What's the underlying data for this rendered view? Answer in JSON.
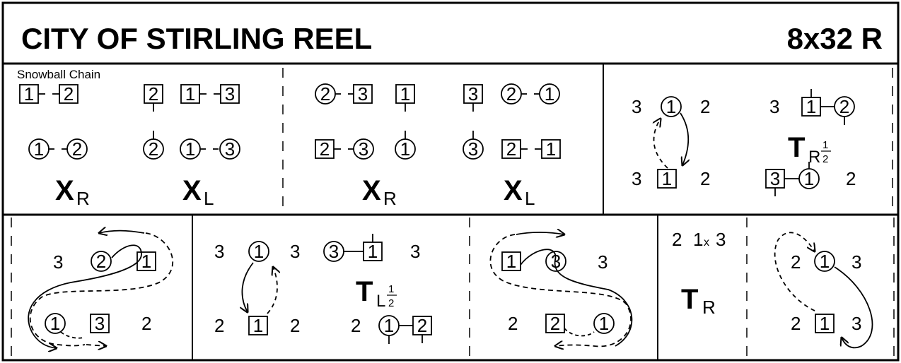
{
  "title": "CITY OF STIRLING REEL",
  "format": "8x32 R",
  "bars_1_8": {
    "figure_label": "Snowball Chain",
    "steps": [
      {
        "top_row": [
          "1",
          "2"
        ],
        "bottom_row": [
          "1",
          "2"
        ],
        "turn": "X",
        "hand": "R"
      },
      {
        "top_row": [
          "2",
          "1",
          "3"
        ],
        "bottom_row": [
          "2",
          "1",
          "3"
        ],
        "turn": "X",
        "hand": "L"
      },
      {
        "top_row": [
          "2",
          "3",
          "1"
        ],
        "bottom_row": [
          "2",
          "3",
          "1"
        ],
        "turn": "X",
        "hand": "R"
      },
      {
        "top_row": [
          "3",
          "2",
          "1"
        ],
        "bottom_row": [
          "3",
          "2",
          "1"
        ],
        "turn": "X",
        "hand": "L"
      }
    ]
  },
  "bars_9_12": {
    "left": {
      "top": [
        "3",
        "1",
        "2"
      ],
      "bottom": [
        "3",
        "1",
        "2"
      ]
    },
    "right": {
      "top": [
        "3",
        "1",
        "2"
      ],
      "bottom": [
        "3",
        "1",
        "2"
      ],
      "turn": "T",
      "hand": "R",
      "amount_num": "1",
      "amount_den": "2"
    }
  },
  "bars_17_24": {
    "top": [
      "3",
      "2",
      "1"
    ],
    "bottom": [
      "1",
      "3",
      "2"
    ]
  },
  "bars_25_28": {
    "left": {
      "top": [
        "3",
        "1",
        "3"
      ],
      "bottom": [
        "2",
        "1",
        "2"
      ]
    },
    "right": {
      "top": [
        "3",
        "1",
        "3"
      ],
      "bottom": [
        "2",
        "1",
        "2"
      ],
      "turn": "T",
      "hand": "L",
      "amount_num": "1",
      "amount_den": "2"
    }
  },
  "bars_29_32": {
    "top": [
      "1",
      "3",
      "3"
    ],
    "bottom": [
      "2",
      "2",
      "1"
    ]
  },
  "bars_33": {
    "order": [
      "2",
      "1",
      "3"
    ],
    "cross": "x",
    "turn": "T",
    "hand": "R"
  },
  "bars_last": {
    "top": [
      "2",
      "1",
      "3"
    ],
    "bottom": [
      "2",
      "1",
      "3"
    ]
  }
}
